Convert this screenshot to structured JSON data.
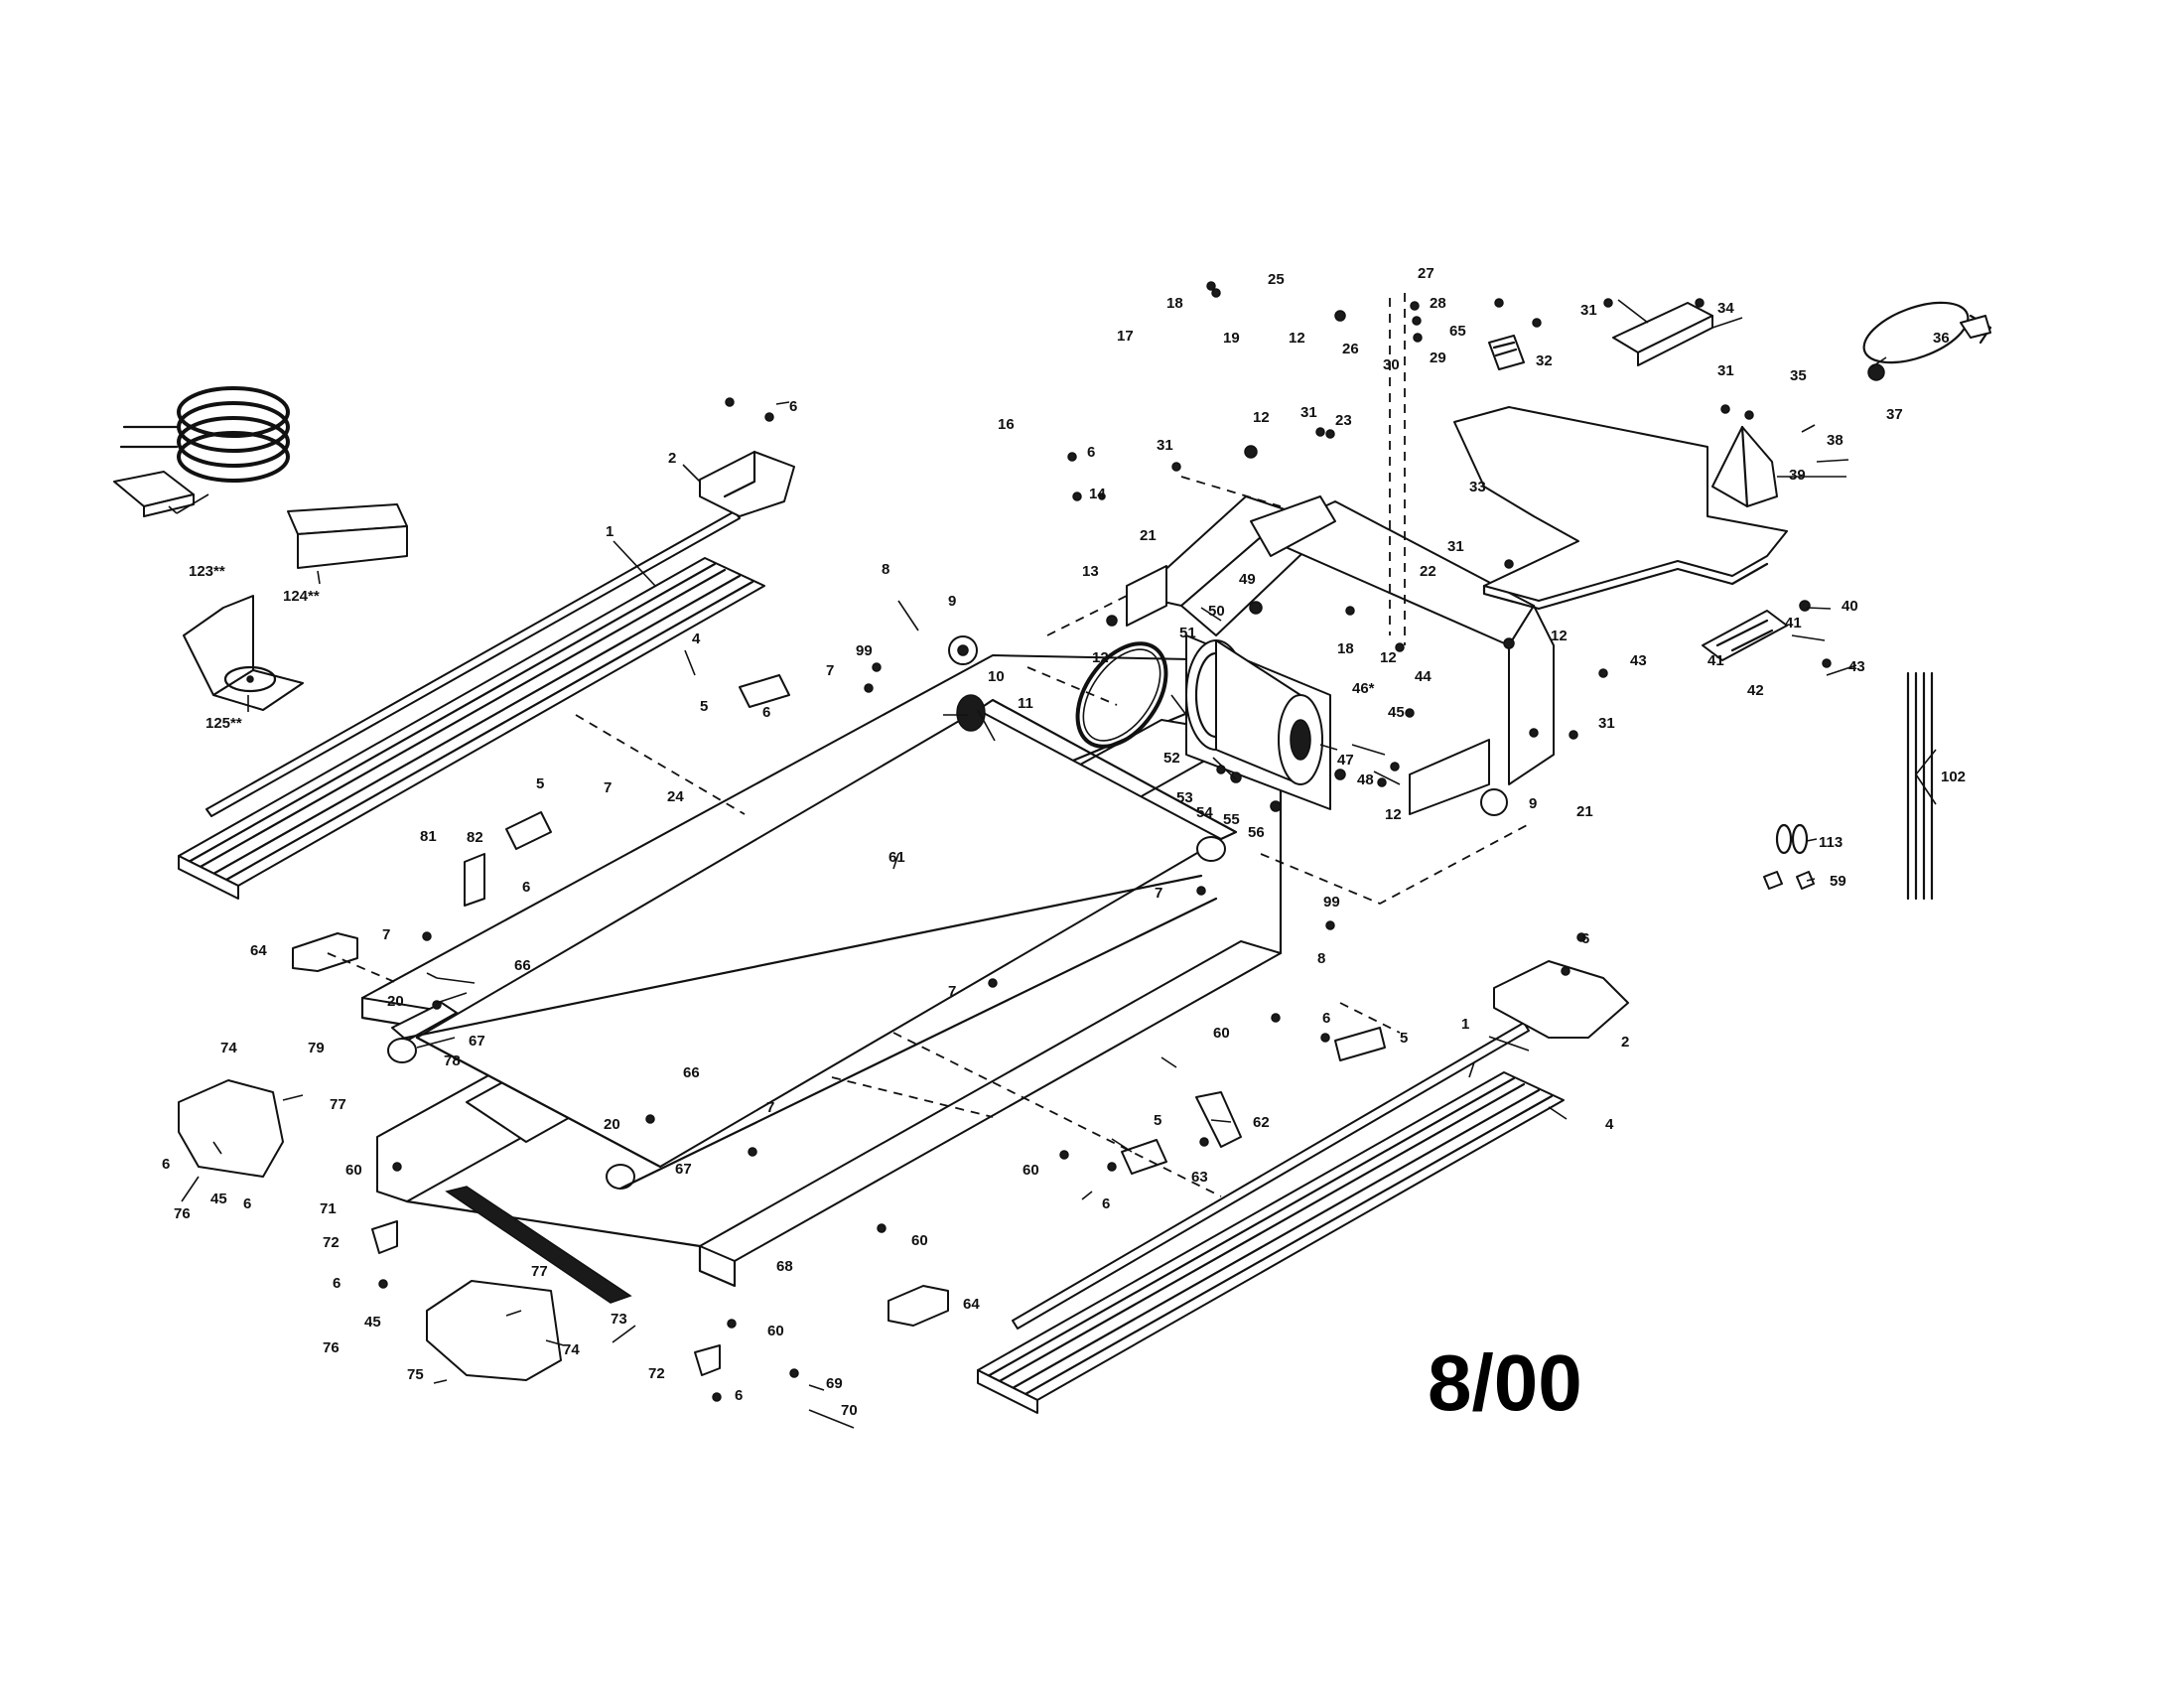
{
  "diagram": {
    "date_stamp": "8/00",
    "callouts": [
      {
        "id": "c1a",
        "label": "1"
      },
      {
        "id": "c1b",
        "label": "1"
      },
      {
        "id": "c2a",
        "label": "2"
      },
      {
        "id": "c2b",
        "label": "2"
      },
      {
        "id": "c4a",
        "label": "4"
      },
      {
        "id": "c4b",
        "label": "4"
      },
      {
        "id": "c5a",
        "label": "5"
      },
      {
        "id": "c5b",
        "label": "5"
      },
      {
        "id": "c5c",
        "label": "5"
      },
      {
        "id": "c5d",
        "label": "5"
      },
      {
        "id": "c6a",
        "label": "6"
      },
      {
        "id": "c6b",
        "label": "6"
      },
      {
        "id": "c6c",
        "label": "6"
      },
      {
        "id": "c6d",
        "label": "6"
      },
      {
        "id": "c6e",
        "label": "6"
      },
      {
        "id": "c6f",
        "label": "6"
      },
      {
        "id": "c6g",
        "label": "6"
      },
      {
        "id": "c6h",
        "label": "6"
      },
      {
        "id": "c6i",
        "label": "6"
      },
      {
        "id": "c6j",
        "label": "6"
      },
      {
        "id": "c6k",
        "label": "6"
      },
      {
        "id": "c7a",
        "label": "7"
      },
      {
        "id": "c7b",
        "label": "7"
      },
      {
        "id": "c7c",
        "label": "7"
      },
      {
        "id": "c7d",
        "label": "7"
      },
      {
        "id": "c7e",
        "label": "7"
      },
      {
        "id": "c7f",
        "label": "7"
      },
      {
        "id": "c8a",
        "label": "8"
      },
      {
        "id": "c8b",
        "label": "8"
      },
      {
        "id": "c9a",
        "label": "9"
      },
      {
        "id": "c9b",
        "label": "9"
      },
      {
        "id": "c10",
        "label": "10"
      },
      {
        "id": "c11",
        "label": "11"
      },
      {
        "id": "c12a",
        "label": "12"
      },
      {
        "id": "c12b",
        "label": "12"
      },
      {
        "id": "c12c",
        "label": "12"
      },
      {
        "id": "c12d",
        "label": "12"
      },
      {
        "id": "c12e",
        "label": "12"
      },
      {
        "id": "c12f",
        "label": "12"
      },
      {
        "id": "c13",
        "label": "13"
      },
      {
        "id": "c14",
        "label": "14"
      },
      {
        "id": "c16",
        "label": "16"
      },
      {
        "id": "c17",
        "label": "17"
      },
      {
        "id": "c18a",
        "label": "18"
      },
      {
        "id": "c18b",
        "label": "18"
      },
      {
        "id": "c19",
        "label": "19"
      },
      {
        "id": "c20a",
        "label": "20"
      },
      {
        "id": "c20b",
        "label": "20"
      },
      {
        "id": "c21a",
        "label": "21"
      },
      {
        "id": "c21b",
        "label": "21"
      },
      {
        "id": "c22",
        "label": "22"
      },
      {
        "id": "c23",
        "label": "23"
      },
      {
        "id": "c24",
        "label": "24"
      },
      {
        "id": "c25",
        "label": "25"
      },
      {
        "id": "c26",
        "label": "26"
      },
      {
        "id": "c27",
        "label": "27"
      },
      {
        "id": "c28",
        "label": "28"
      },
      {
        "id": "c29",
        "label": "29"
      },
      {
        "id": "c30",
        "label": "30"
      },
      {
        "id": "c31a",
        "label": "31"
      },
      {
        "id": "c31b",
        "label": "31"
      },
      {
        "id": "c31c",
        "label": "31"
      },
      {
        "id": "c31d",
        "label": "31"
      },
      {
        "id": "c31e",
        "label": "31"
      },
      {
        "id": "c31f",
        "label": "31"
      },
      {
        "id": "c32",
        "label": "32"
      },
      {
        "id": "c33",
        "label": "33"
      },
      {
        "id": "c34",
        "label": "34"
      },
      {
        "id": "c35",
        "label": "35"
      },
      {
        "id": "c36",
        "label": "36"
      },
      {
        "id": "c37",
        "label": "37"
      },
      {
        "id": "c38",
        "label": "38"
      },
      {
        "id": "c39",
        "label": "39"
      },
      {
        "id": "c40",
        "label": "40"
      },
      {
        "id": "c41a",
        "label": "41"
      },
      {
        "id": "c41b",
        "label": "41"
      },
      {
        "id": "c42",
        "label": "42"
      },
      {
        "id": "c43a",
        "label": "43"
      },
      {
        "id": "c43b",
        "label": "43"
      },
      {
        "id": "c44",
        "label": "44"
      },
      {
        "id": "c45a",
        "label": "45"
      },
      {
        "id": "c45b",
        "label": "45"
      },
      {
        "id": "c45c",
        "label": "45"
      },
      {
        "id": "c46",
        "label": "46*"
      },
      {
        "id": "c47",
        "label": "47"
      },
      {
        "id": "c48",
        "label": "48"
      },
      {
        "id": "c49",
        "label": "49"
      },
      {
        "id": "c50",
        "label": "50"
      },
      {
        "id": "c51",
        "label": "51"
      },
      {
        "id": "c52",
        "label": "52"
      },
      {
        "id": "c53",
        "label": "53"
      },
      {
        "id": "c54",
        "label": "54"
      },
      {
        "id": "c55",
        "label": "55"
      },
      {
        "id": "c56",
        "label": "56"
      },
      {
        "id": "c59",
        "label": "59"
      },
      {
        "id": "c60a",
        "label": "60"
      },
      {
        "id": "c60b",
        "label": "60"
      },
      {
        "id": "c60c",
        "label": "60"
      },
      {
        "id": "c60d",
        "label": "60"
      },
      {
        "id": "c60e",
        "label": "60"
      },
      {
        "id": "c61",
        "label": "61"
      },
      {
        "id": "c62",
        "label": "62"
      },
      {
        "id": "c63",
        "label": "63"
      },
      {
        "id": "c64a",
        "label": "64"
      },
      {
        "id": "c64b",
        "label": "64"
      },
      {
        "id": "c65",
        "label": "65"
      },
      {
        "id": "c66a",
        "label": "66"
      },
      {
        "id": "c66b",
        "label": "66"
      },
      {
        "id": "c67a",
        "label": "67"
      },
      {
        "id": "c67b",
        "label": "67"
      },
      {
        "id": "c68",
        "label": "68"
      },
      {
        "id": "c69",
        "label": "69"
      },
      {
        "id": "c70",
        "label": "70"
      },
      {
        "id": "c71",
        "label": "71"
      },
      {
        "id": "c72a",
        "label": "72"
      },
      {
        "id": "c72b",
        "label": "72"
      },
      {
        "id": "c73",
        "label": "73"
      },
      {
        "id": "c74a",
        "label": "74"
      },
      {
        "id": "c74b",
        "label": "74"
      },
      {
        "id": "c75",
        "label": "75"
      },
      {
        "id": "c76a",
        "label": "76"
      },
      {
        "id": "c76b",
        "label": "76"
      },
      {
        "id": "c77a",
        "label": "77"
      },
      {
        "id": "c77b",
        "label": "77"
      },
      {
        "id": "c78",
        "label": "78"
      },
      {
        "id": "c79",
        "label": "79"
      },
      {
        "id": "c81",
        "label": "81"
      },
      {
        "id": "c82",
        "label": "82"
      },
      {
        "id": "c99a",
        "label": "99"
      },
      {
        "id": "c99b",
        "label": "99"
      },
      {
        "id": "c102",
        "label": "102"
      },
      {
        "id": "c113",
        "label": "113"
      },
      {
        "id": "c123",
        "label": "123**"
      },
      {
        "id": "c124",
        "label": "124**"
      },
      {
        "id": "c125",
        "label": "125**"
      }
    ]
  }
}
